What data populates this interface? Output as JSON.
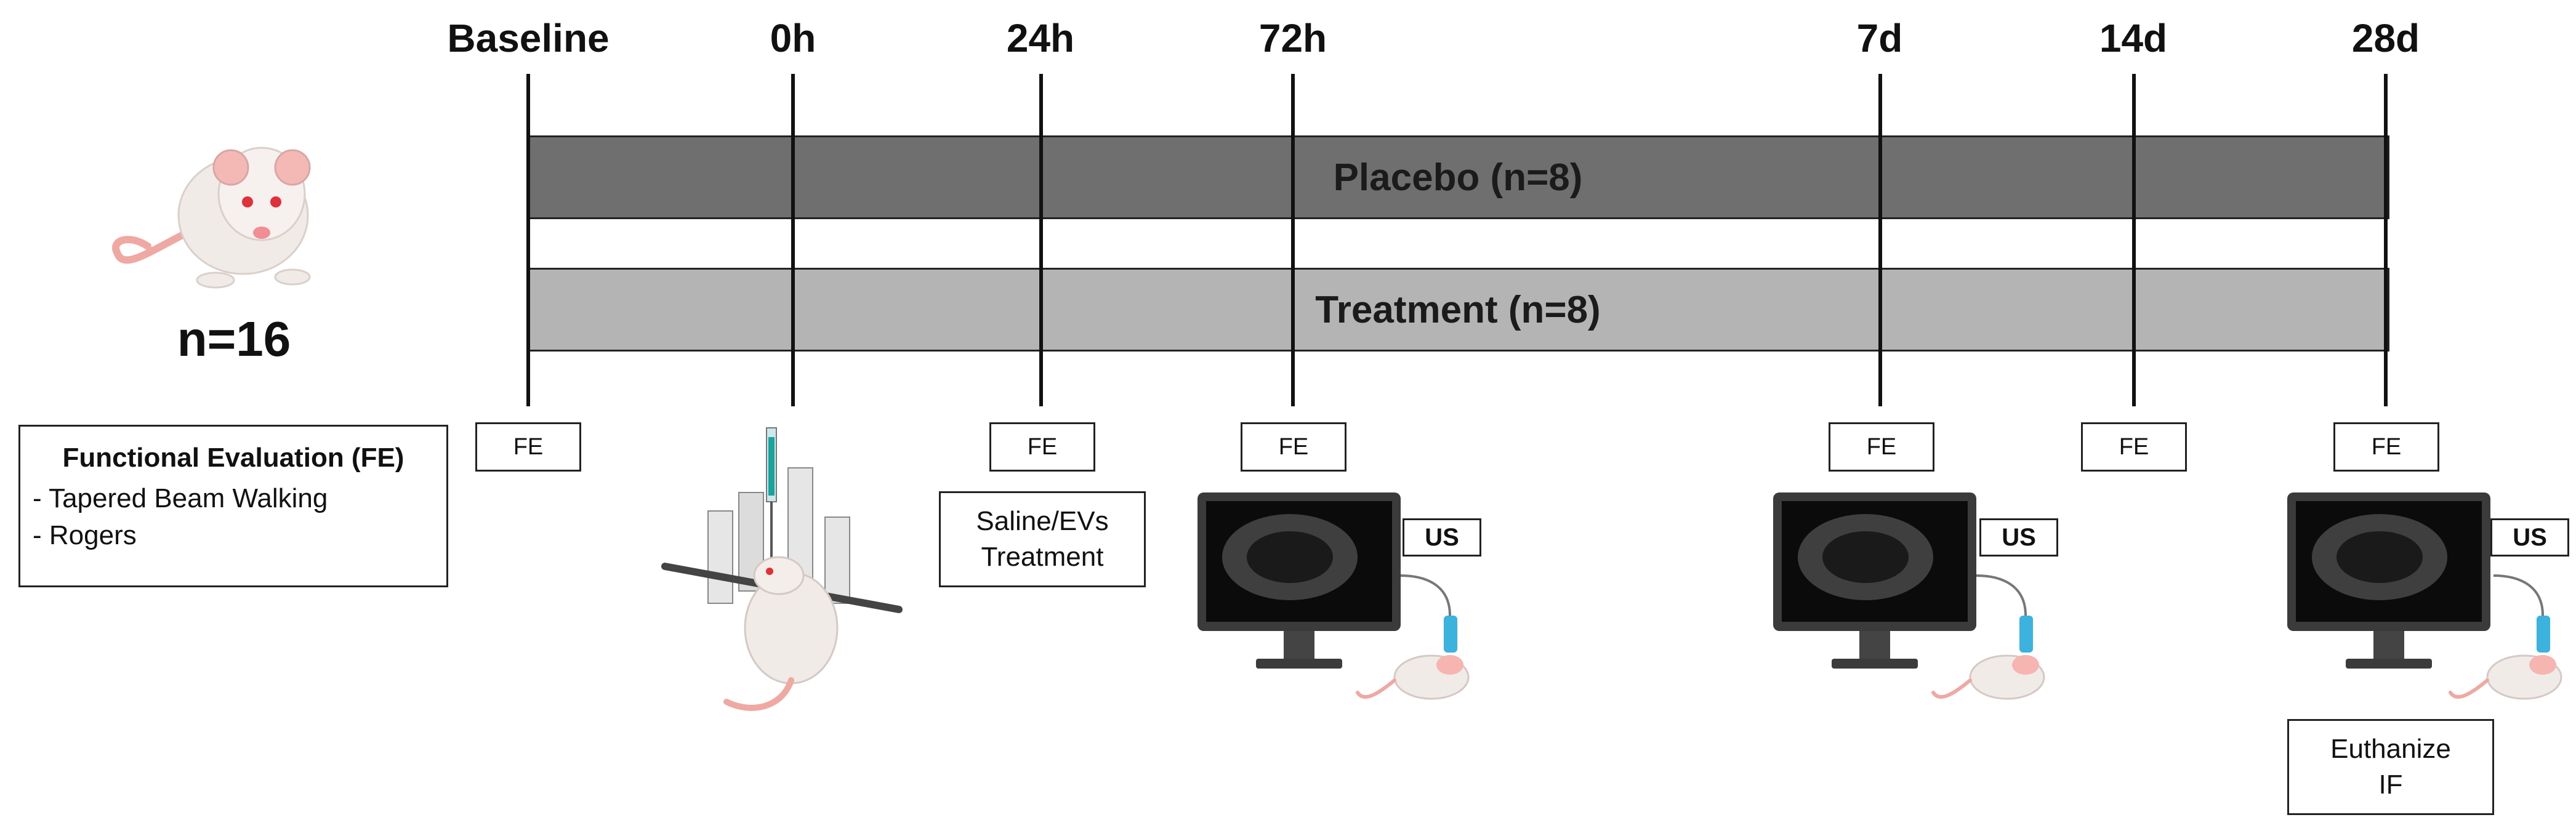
{
  "timepoints": [
    {
      "label": "Baseline",
      "fe": "FE"
    },
    {
      "label": "0h",
      "fe": ""
    },
    {
      "label": "24h",
      "fe": "FE"
    },
    {
      "label": "72h",
      "fe": "FE"
    },
    {
      "label": "7d",
      "fe": "FE"
    },
    {
      "label": "14d",
      "fe": "FE"
    },
    {
      "label": "28d",
      "fe": "FE"
    }
  ],
  "groups": {
    "placebo": "Placebo (n=8)",
    "treatment": "Treatment (n=8)"
  },
  "cohort": {
    "n": "n=16"
  },
  "fe_legend": {
    "title": "Functional Evaluation (FE)",
    "items": [
      "- Tapered Beam Walking",
      "- Rogers"
    ]
  },
  "treatment_box": {
    "line1": "Saline/EVs",
    "line2": "Treatment"
  },
  "ultrasound": {
    "label": "US"
  },
  "endpoint_box": {
    "line1": "Euthanize",
    "line2": "IF"
  },
  "colors": {
    "placebo_band": "#6f6f6f",
    "treatment_band": "#b4b4b4",
    "rat_body": "#f1ebe8",
    "rat_tail": "#f0a8a3",
    "needle_fluid": "#1aa39c"
  },
  "icons": [
    "rat-icon",
    "stereotaxic-injection-icon",
    "ultrasound-monitor-icon",
    "ultrasound-probe-icon"
  ]
}
